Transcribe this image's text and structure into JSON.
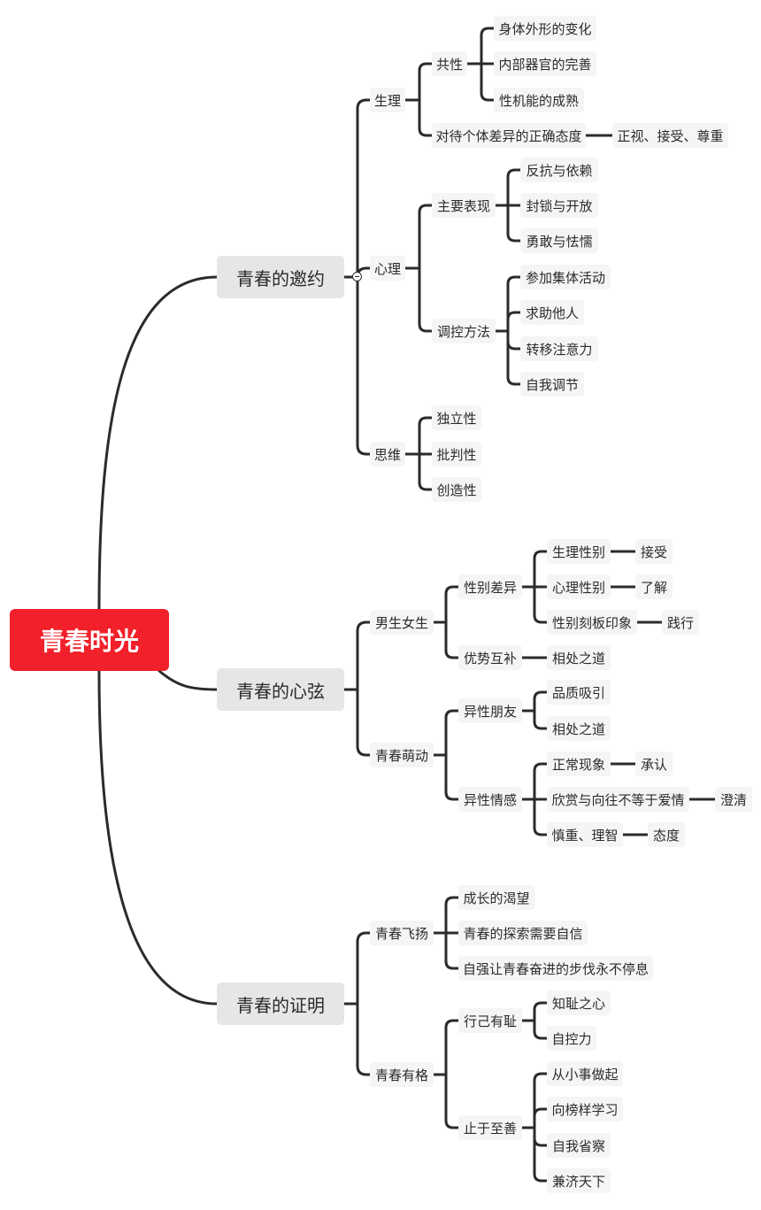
{
  "mindmap": {
    "root": "青春时光",
    "branches": [
      {
        "label": "青春的邀约",
        "children": [
          {
            "label": "生理",
            "children": [
              {
                "label": "共性",
                "children": [
                  "身体外形的变化",
                  "内部器官的完善",
                  "性机能的成熟"
                ]
              },
              {
                "label": "对待个体差异的正确态度",
                "children": [
                  "正视、接受、尊重"
                ]
              }
            ]
          },
          {
            "label": "心理",
            "children": [
              {
                "label": "主要表现",
                "children": [
                  "反抗与依赖",
                  "封锁与开放",
                  "勇敢与怯懦"
                ]
              },
              {
                "label": "调控方法",
                "children": [
                  "参加集体活动",
                  "求助他人",
                  "转移注意力",
                  "自我调节"
                ]
              }
            ]
          },
          {
            "label": "思维",
            "children": [
              "独立性",
              "批判性",
              "创造性"
            ]
          }
        ]
      },
      {
        "label": "青春的心弦",
        "children": [
          {
            "label": "男生女生",
            "children": [
              {
                "label": "性别差异",
                "children": [
                  {
                    "label": "生理性别",
                    "children": [
                      "接受"
                    ]
                  },
                  {
                    "label": "心理性别",
                    "children": [
                      "了解"
                    ]
                  },
                  {
                    "label": "性别刻板印象",
                    "children": [
                      "践行"
                    ]
                  }
                ]
              },
              {
                "label": "优势互补",
                "children": [
                  "相处之道"
                ]
              }
            ]
          },
          {
            "label": "青春萌动",
            "children": [
              {
                "label": "异性朋友",
                "children": [
                  "品质吸引",
                  "相处之道"
                ]
              },
              {
                "label": "异性情感",
                "children": [
                  {
                    "label": "正常现象",
                    "children": [
                      "承认"
                    ]
                  },
                  {
                    "label": "欣赏与向往不等于爱情",
                    "children": [
                      "澄清"
                    ]
                  },
                  {
                    "label": "慎重、理智",
                    "children": [
                      "态度"
                    ]
                  }
                ]
              }
            ]
          }
        ]
      },
      {
        "label": "青春的证明",
        "children": [
          {
            "label": "青春飞扬",
            "children": [
              "成长的渴望",
              "青春的探索需要自信",
              "自强让青春奋进的步伐永不停息"
            ]
          },
          {
            "label": "青春有格",
            "children": [
              {
                "label": "行己有耻",
                "children": [
                  "知耻之心",
                  "自控力"
                ]
              },
              {
                "label": "止于至善",
                "children": [
                  "从小事做起",
                  "向榜样学习",
                  "自我省察",
                  "兼济天下"
                ]
              }
            ]
          }
        ]
      }
    ]
  }
}
